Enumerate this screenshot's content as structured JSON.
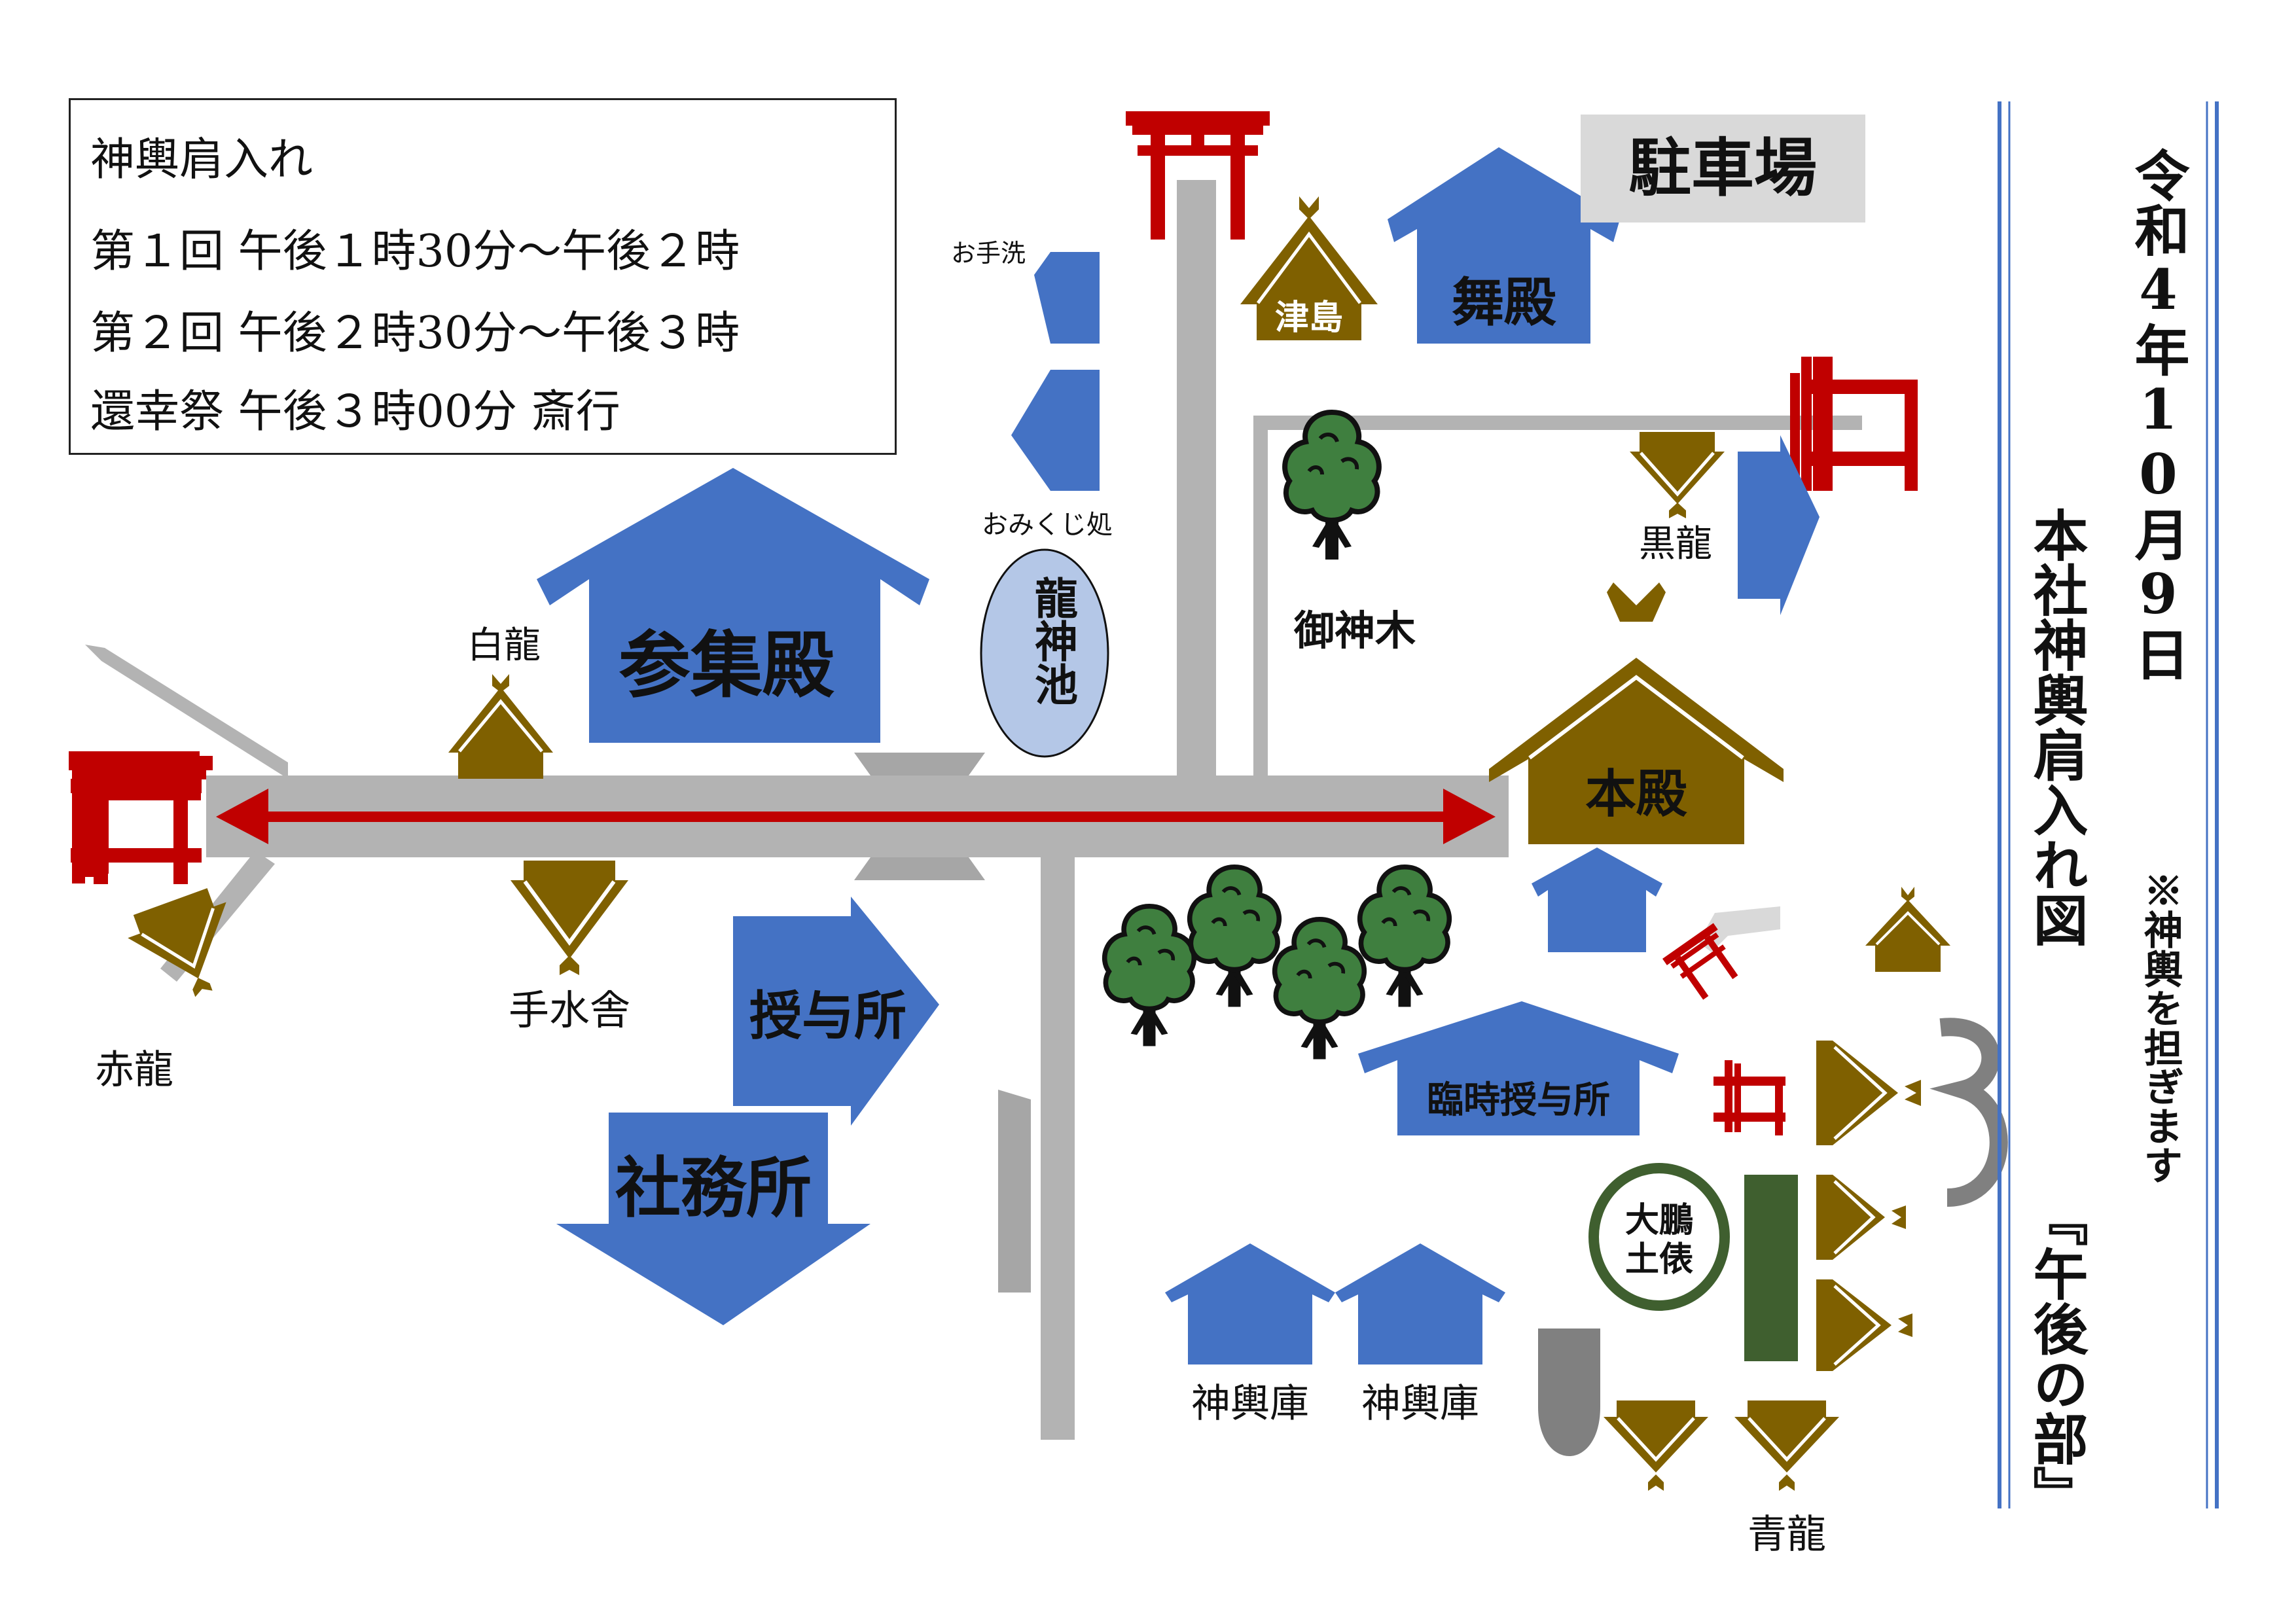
{
  "schedule": {
    "title": "神輿肩入れ",
    "lines": [
      "第１回 午後１時30分〜午後２時",
      "第２回 午後２時30分〜午後３時",
      "還幸祭 午後３時00分 斎行"
    ]
  },
  "side": {
    "date": "令和4年10月9日",
    "title": "本社神輿肩入れ図",
    "note": "※神輿を担ぎます",
    "session": "『午後の部』"
  },
  "labels": {
    "parking": "駐車場",
    "dance_hall": "舞殿",
    "tsushima": "津島",
    "otearai": "お手洗",
    "omikuji": "おみくじ処",
    "sanshuden": "参集殿",
    "pond": "龍神池",
    "sacred_tree": "御神木",
    "kokuryu": "黒龍",
    "hakuryu": "白龍",
    "honden": "本殿",
    "temizuya": "手水舎",
    "sekiryu": "赤龍",
    "juyosho": "授与所",
    "shamusho": "社務所",
    "temp_juyosho": "臨時授与所",
    "taiho_dohyo": "大鵬土俵",
    "mikoshi_ko_1": "神輿庫",
    "mikoshi_ko_2": "神輿庫",
    "seiryu": "青龍"
  },
  "colors": {
    "building_blue": "#4472C4",
    "shrine_brown": "#7F6000",
    "torii_red": "#C00000",
    "path_gray": "#B3B3B3",
    "tree_green": "#3F7F3F",
    "pond_blue": "#B4C7E7",
    "dohyo_green": "#3F5F2F",
    "arrow_red": "#C00000",
    "parking_gray": "#D9D9D9",
    "rule_blue": "#4472C4"
  },
  "route": {
    "direction": "both-ways"
  }
}
